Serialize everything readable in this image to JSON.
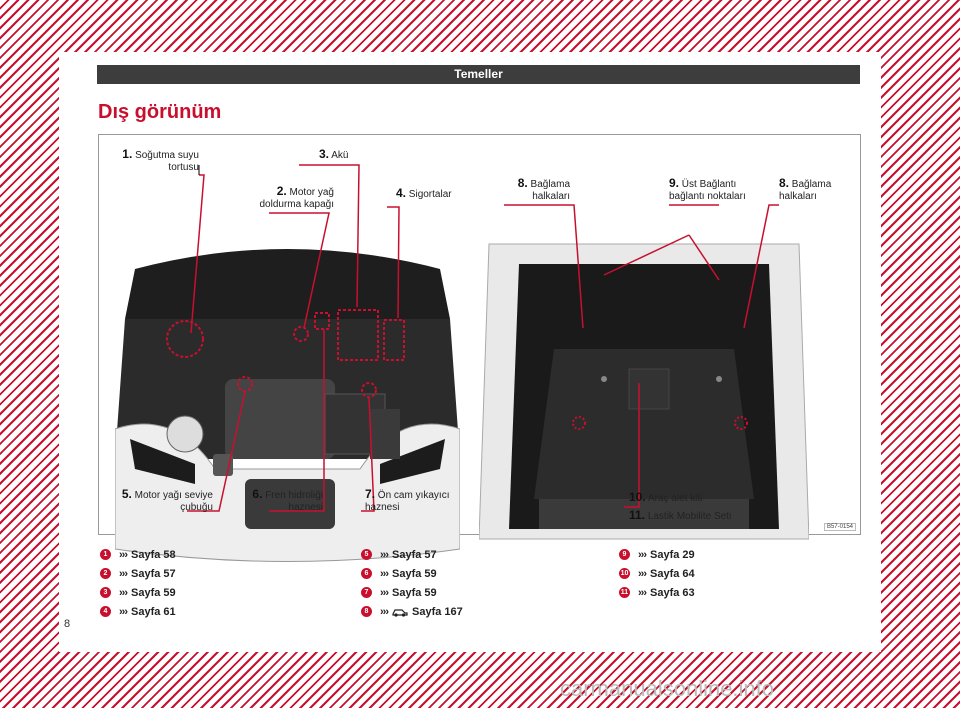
{
  "header": {
    "section": "Temeller"
  },
  "title": "Dış görünüm",
  "page_number": "8",
  "figure": {
    "code": "B57-0154",
    "callouts": {
      "c1": {
        "num": "1.",
        "line1": "Soğutma suyu",
        "line2": "tortusu"
      },
      "c2": {
        "num": "2.",
        "line1": "Motor yağ",
        "line2": "doldurma kapağı"
      },
      "c3": {
        "num": "3.",
        "line1": "Akü"
      },
      "c4": {
        "num": "4.",
        "line1": "Sigortalar"
      },
      "c5": {
        "num": "5.",
        "line1": "Motor yağı seviye",
        "line2": "çubuğu"
      },
      "c6": {
        "num": "6.",
        "line1": "Fren hidroliği",
        "line2": "haznesi"
      },
      "c7": {
        "num": "7.",
        "line1": "Ön cam yıkayıcı",
        "line2": "haznesi"
      },
      "c8a": {
        "num": "8.",
        "line1": "Bağlama",
        "line2": "halkaları"
      },
      "c9": {
        "num": "9.",
        "line1": "Üst Bağlantı",
        "line2": "bağlantı noktaları"
      },
      "c8b": {
        "num": "8.",
        "line1": "Bağlama",
        "line2": "halkaları"
      },
      "c10": {
        "num": "10.",
        "line1": "Araç alet kiti"
      },
      "c11": {
        "num": "11.",
        "line1": "Lastik Mobilite Seti"
      }
    }
  },
  "references": {
    "col1": [
      {
        "badge": "1",
        "text": "Sayfa 58"
      },
      {
        "badge": "2",
        "text": "Sayfa 57"
      },
      {
        "badge": "3",
        "text": "Sayfa 59"
      },
      {
        "badge": "4",
        "text": "Sayfa 61"
      }
    ],
    "col2": [
      {
        "badge": "5",
        "text": "Sayfa 57"
      },
      {
        "badge": "6",
        "text": "Sayfa 59"
      },
      {
        "badge": "7",
        "text": "Sayfa 59"
      },
      {
        "badge": "8",
        "text": "Sayfa 167",
        "icon": "car-tow-icon"
      }
    ],
    "col3": [
      {
        "badge": "9",
        "text": "Sayfa 29"
      },
      {
        "badge": "10",
        "text": "Sayfa 64"
      },
      {
        "badge": "11",
        "text": "Sayfa 63"
      }
    ],
    "arrow": "›››"
  },
  "watermark": "carmanualsonline.info",
  "colors": {
    "accent": "#c8102e",
    "header_bg": "#3d3d3d"
  }
}
